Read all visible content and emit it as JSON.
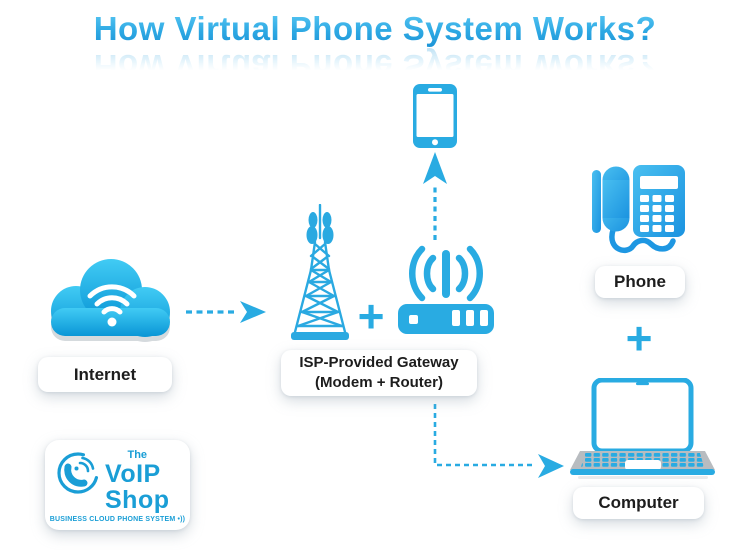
{
  "title": {
    "text": "How Virtual Phone System Works?"
  },
  "labels": {
    "internet": "Internet",
    "gateway_line1": "ISP-Provided Gateway",
    "gateway_line2": "(Modem + Router)",
    "phone": "Phone",
    "computer": "Computer"
  },
  "connectors": {
    "plus_gateway": "+",
    "plus_devices": "+"
  },
  "logo": {
    "the": "The",
    "voip": "VoIP",
    "shop": "Shop",
    "tagline": "BUSINESS CLOUD PHONE SYSTEM •))"
  },
  "icons": {
    "cloud": "cloud-wifi-icon",
    "tower": "cell-tower-icon",
    "router": "wifi-router-icon",
    "smartphone": "smartphone-icon",
    "deskphone": "desk-phone-icon",
    "laptop": "laptop-icon",
    "logo_mark": "voip-handset-icon",
    "arrows": [
      "arrow-internet-to-gateway",
      "arrow-gateway-to-smartphone",
      "arrow-gateway-to-computer"
    ]
  },
  "colors": {
    "accent": "#29ABE2",
    "title_gradient_top": "#5CCAF4",
    "title_gradient_bottom": "#1B93D6",
    "cloud_gradient_top": "#41CBF4",
    "cloud_gradient_bottom": "#0A96D6",
    "phone_gradient_top": "#49BFF0",
    "phone_gradient_bottom": "#1B93E0",
    "label_text": "#1D1D1D",
    "laptop_base_gray": "#B8BCC0",
    "logo_blue": "#1A9ED6",
    "background": "#FFFFFF"
  }
}
